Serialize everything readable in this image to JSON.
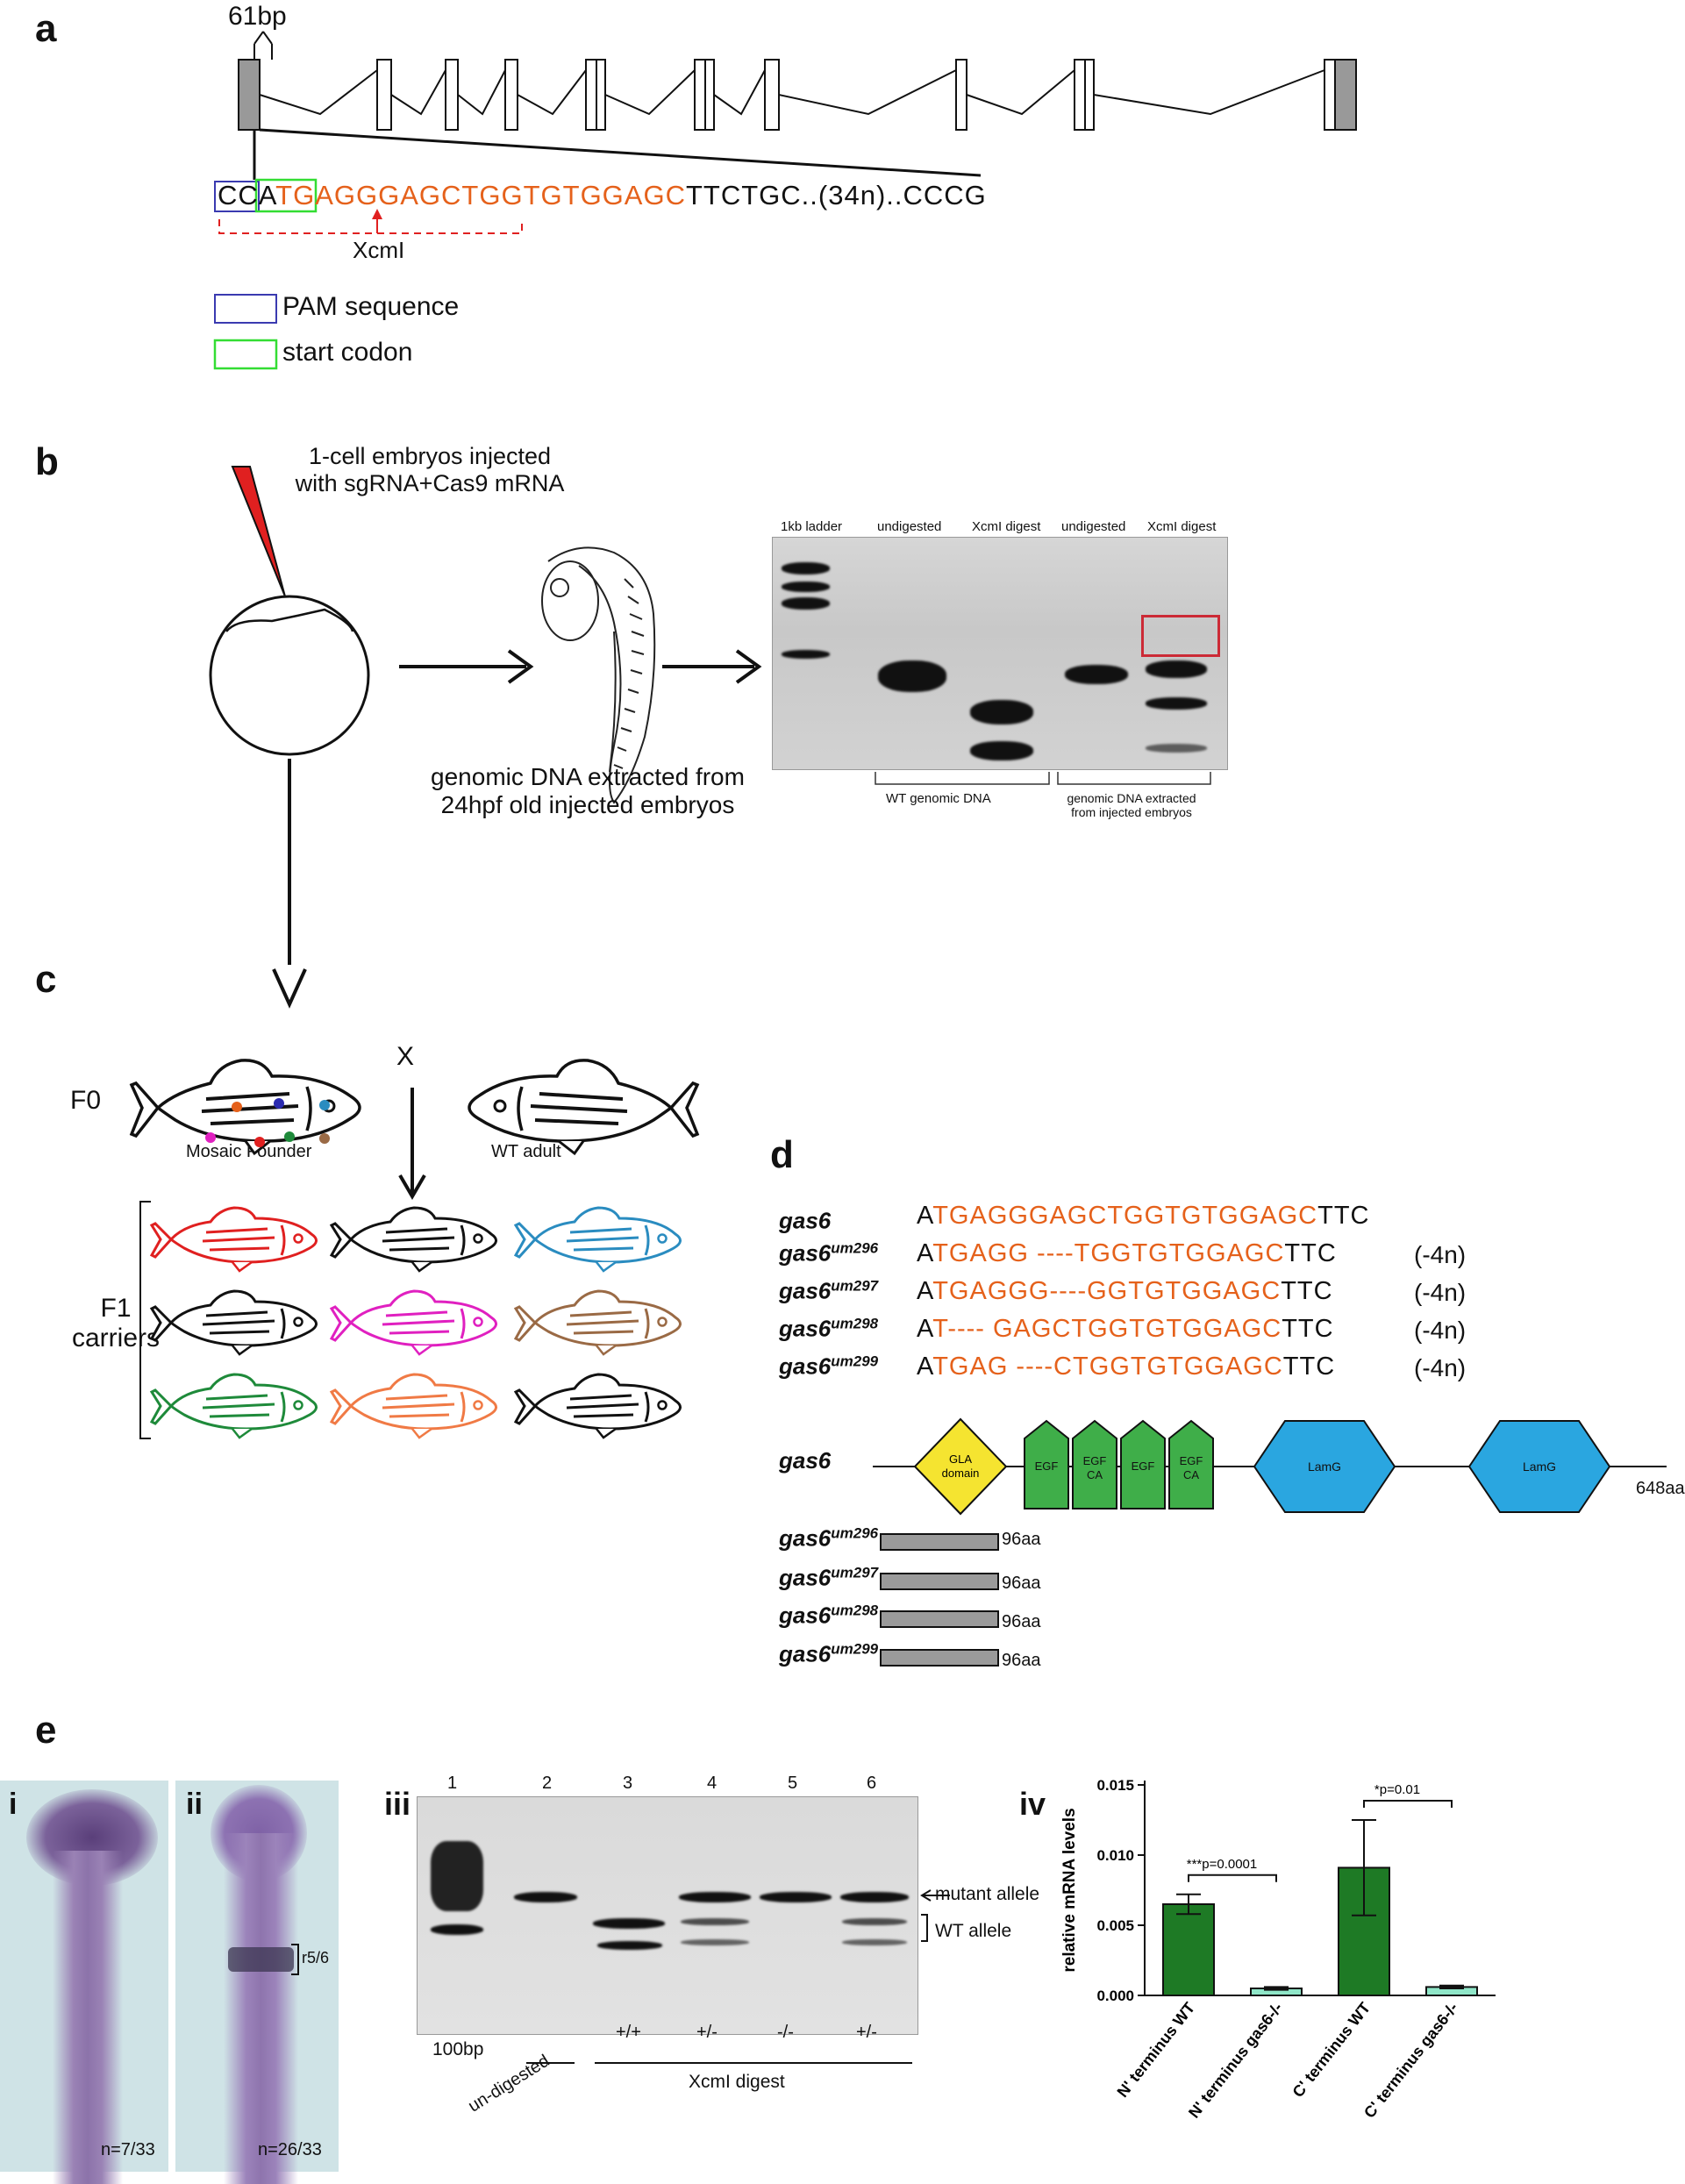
{
  "panels": {
    "a": "a",
    "b": "b",
    "c": "c",
    "d": "d",
    "e": "e"
  },
  "panel_a": {
    "bp_label": "61bp",
    "seq_cc": "CC",
    "seq_a": "A",
    "seq_tg": "TG",
    "seq_orange": "AGGGAGCTGGTGTGGAGC",
    "seq_tail": "TTCTGC..(34n)..CCCG",
    "enzyme": "XcmI",
    "legend_pam": "PAM sequence",
    "legend_start": "start codon",
    "colors": {
      "pam": "#3a3ab0",
      "start": "#33dd33",
      "orange": "#e5611b",
      "red": "#e02020"
    }
  },
  "panel_b": {
    "injection_line1": "1-cell embryos injected",
    "injection_line2": "with sgRNA+Cas9 mRNA",
    "extract_line1": "genomic DNA extracted from",
    "extract_line2": "24hpf old injected embryos",
    "gel_lanes": [
      "1kb ladder",
      "undigested",
      "XcmI digest",
      "undigested",
      "XcmI digest"
    ],
    "group_wt": "WT genomic DNA",
    "group_inj_line1": "genomic DNA extracted",
    "group_inj_line2": "from injected embryos"
  },
  "panel_c": {
    "f0": "F0",
    "cross": "X",
    "mosaic": "Mosaic Founder",
    "wt_adult": "WT adult",
    "f1_line1": "F1",
    "f1_line2": "carriers",
    "fish_colors": [
      "#e02020",
      "#111111",
      "#2a8cc0",
      "#111111",
      "#e020c0",
      "#9a6a45",
      "#1e8a3a",
      "#f07a45",
      "#111111"
    ]
  },
  "panel_d": {
    "rows": [
      {
        "gene": "gas6",
        "sup": "",
        "pre": "A",
        "orange": "TGAGGGAGCTGGTGTGGAGC",
        "post": "TTC",
        "del": ""
      },
      {
        "gene": "gas6",
        "sup": "um296",
        "pre": "A",
        "orange": "TGAGG ----TGGTGTGGAGC",
        "post": "TTC",
        "del": "(-4n)"
      },
      {
        "gene": "gas6",
        "sup": "um297",
        "pre": "A",
        "orange": "TGAGGG----GGTGTGGAGC",
        "post": "TTC",
        "del": "(-4n)"
      },
      {
        "gene": "gas6",
        "sup": "um298",
        "pre": "A",
        "orange": "T----  GAGCTGGTGTGGAGC",
        "post": "TTC",
        "del": "(-4n)"
      },
      {
        "gene": "gas6",
        "sup": "um299",
        "pre": "A",
        "orange": "TGAG  ----CTGGTGTGGAGC",
        "post": "TTC",
        "del": "(-4n)"
      }
    ],
    "protein_gene": "gas6",
    "domains": {
      "gla_line1": "GLA",
      "gla_line2": "domain",
      "egf1": "EGF",
      "egfca1_line1": "EGF",
      "egfca1_line2": "CA",
      "egf2": "EGF",
      "egfca2_line1": "EGF",
      "egfca2_line2": "CA",
      "lamg1": "LamG",
      "lamg2": "LamG"
    },
    "full_length": "648aa",
    "truncated": [
      {
        "gene": "gas6",
        "sup": "um296",
        "len": "96aa"
      },
      {
        "gene": "gas6",
        "sup": "um297",
        "len": "96aa"
      },
      {
        "gene": "gas6",
        "sup": "um298",
        "len": "96aa"
      },
      {
        "gene": "gas6",
        "sup": "um299",
        "len": "96aa"
      }
    ],
    "colors": {
      "gla": "#f5e430",
      "egf": "#3fae49",
      "lamg": "#2aa6e0"
    }
  },
  "panel_e": {
    "sub_i": "i",
    "sub_ii": "ii",
    "sub_iii": "iii",
    "sub_iv": "iv",
    "n_i": "n=7/33",
    "n_ii": "n=26/33",
    "r56": "r5/6",
    "lanes": [
      "1",
      "2",
      "3",
      "4",
      "5",
      "6"
    ],
    "ladder": "100bp",
    "genotypes": [
      "+/+",
      "+/-",
      "-/-",
      "+/-"
    ],
    "mutant_allele": "mutant allele",
    "wt_allele": "WT allele",
    "undigested": "un-digested",
    "xcmi_digest": "XcmI digest"
  },
  "chart_data": {
    "type": "bar",
    "categories": [
      "N' terminus WT",
      "N' terminus gas6-/-",
      "C' terminus WT",
      "C' terminus gas6-/-"
    ],
    "values": [
      0.0065,
      0.0005,
      0.0091,
      0.0006
    ],
    "errors": [
      0.0007,
      0.0001,
      0.0034,
      0.0001
    ],
    "ylabel": "relative mRNA levels",
    "yticks": [
      "0.000",
      "0.005",
      "0.010",
      "0.015"
    ],
    "ylim": [
      0,
      0.015
    ],
    "bar_colors": [
      "#1e7a25",
      "#8fe6c8",
      "#1e7a25",
      "#8fe6c8"
    ],
    "sig": [
      {
        "stars": "***",
        "text": "p=0.0001"
      },
      {
        "stars": "*",
        "text": "p=0.01"
      }
    ]
  }
}
